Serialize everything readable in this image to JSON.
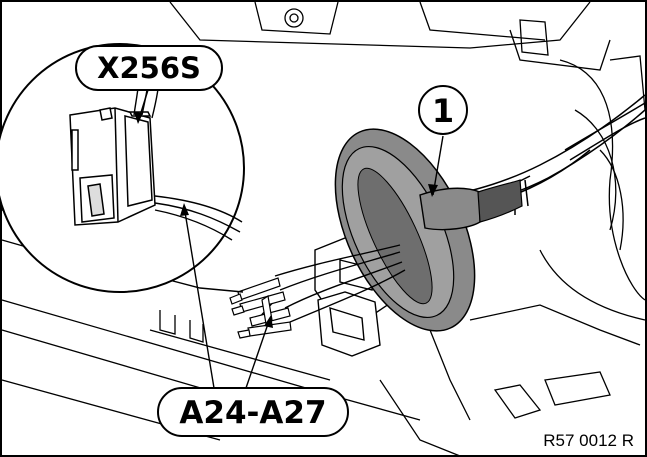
{
  "labels": {
    "connector": "X256S",
    "terminals": "A24-A27",
    "grommet_number": "1"
  },
  "figure_reference": "R57 0012 R",
  "colors": {
    "line": "#000000",
    "background": "#ffffff",
    "grommet": "#8a8a8a",
    "grommet_dark": "#555555"
  }
}
